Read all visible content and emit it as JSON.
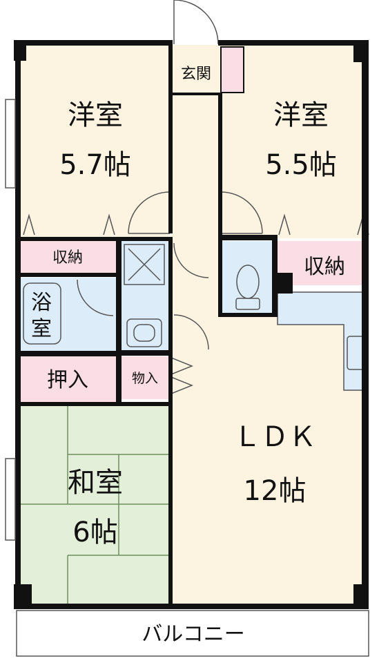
{
  "floor_plan": {
    "rooms": {
      "western_room_left": {
        "name": "洋室",
        "size": "5.7帖"
      },
      "western_room_right": {
        "name": "洋室",
        "size": "5.5帖"
      },
      "entrance": {
        "name": "玄関"
      },
      "storage_left": {
        "name": "収納"
      },
      "storage_right": {
        "name": "収納"
      },
      "bathroom": {
        "name_line1": "浴",
        "name_line2": "室"
      },
      "closet": {
        "name": "押入"
      },
      "storeroom": {
        "name": "物入"
      },
      "japanese_room": {
        "name": "和室",
        "size": "6帖"
      },
      "ldk": {
        "name": "ＬＤＫ",
        "size": "12帖"
      },
      "balcony": {
        "name": "バルコニー"
      }
    },
    "colors": {
      "room": "#fdf3e1",
      "storage": "#fbdde6",
      "water": "#dcecf8",
      "tatami": "#e4efd9",
      "wall": "#111111",
      "balcony": "#ffffff"
    }
  }
}
